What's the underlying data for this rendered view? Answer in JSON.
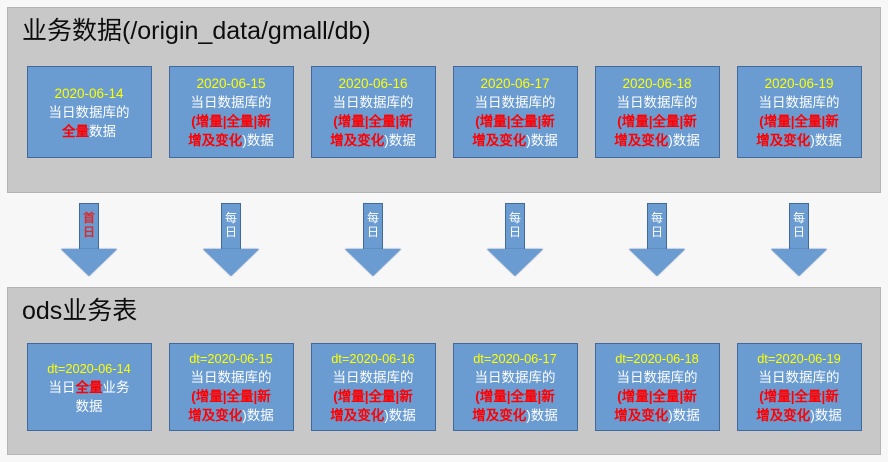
{
  "source_panel": {
    "title": "业务数据(/origin_data/gmall/db)",
    "boxes": [
      {
        "date": "2020-06-14",
        "line1": "当日数据库的",
        "seg_red_a": "全量",
        "seg_white_a": "数据",
        "kind": "full"
      },
      {
        "date": "2020-06-15",
        "line1": "当日数据库的",
        "seg_red_a": "(增量|全量|新",
        "seg_red_b": "增及变化",
        "seg_white_b": ")数据",
        "kind": "mixed"
      },
      {
        "date": "2020-06-16",
        "line1": "当日数据库的",
        "seg_red_a": "(增量|全量|新",
        "seg_red_b": "增及变化",
        "seg_white_b": ")数据",
        "kind": "mixed"
      },
      {
        "date": "2020-06-17",
        "line1": "当日数据库的",
        "seg_red_a": "(增量|全量|新",
        "seg_red_b": "增及变化",
        "seg_white_b": ")数据",
        "kind": "mixed"
      },
      {
        "date": "2020-06-18",
        "line1": "当日数据库的",
        "seg_red_a": "(增量|全量|新",
        "seg_red_b": "增及变化",
        "seg_white_b": ")数据",
        "kind": "mixed"
      },
      {
        "date": "2020-06-19",
        "line1": "当日数据库的",
        "seg_red_a": "(增量|全量|新",
        "seg_red_b": "增及变化",
        "seg_white_b": ")数据",
        "kind": "mixed"
      }
    ]
  },
  "arrows": [
    {
      "label_top": "首",
      "label_bottom": "日",
      "first": true
    },
    {
      "label_top": "每",
      "label_bottom": "日",
      "first": false
    },
    {
      "label_top": "每",
      "label_bottom": "日",
      "first": false
    },
    {
      "label_top": "每",
      "label_bottom": "日",
      "first": false
    },
    {
      "label_top": "每",
      "label_bottom": "日",
      "first": false
    },
    {
      "label_top": "每",
      "label_bottom": "日",
      "first": false
    }
  ],
  "ods_panel": {
    "title": "ods业务表",
    "boxes": [
      {
        "date": "dt=2020-06-14",
        "pre_white": "当日",
        "seg_red_a": "全量",
        "post_white": "业务",
        "line3": "数据",
        "kind": "full"
      },
      {
        "date": "dt=2020-06-15",
        "line1": "当日数据库的",
        "seg_red_a": "(增量|全量|新",
        "seg_red_b": "增及变化",
        "seg_white_b": ")数据",
        "kind": "mixed"
      },
      {
        "date": "dt=2020-06-16",
        "line1": "当日数据库的",
        "seg_red_a": "(增量|全量|新",
        "seg_red_b": "增及变化",
        "seg_white_b": ")数据",
        "kind": "mixed"
      },
      {
        "date": "dt=2020-06-17",
        "line1": "当日数据库的",
        "seg_red_a": "(增量|全量|新",
        "seg_red_b": "增及变化",
        "seg_white_b": ")数据",
        "kind": "mixed"
      },
      {
        "date": "dt=2020-06-18",
        "line1": "当日数据库的",
        "seg_red_a": "(增量|全量|新",
        "seg_red_b": "增及变化",
        "seg_white_b": ")数据",
        "kind": "mixed"
      },
      {
        "date": "dt=2020-06-19",
        "line1": "当日数据库的",
        "seg_red_a": "(增量|全量|新",
        "seg_red_b": "增及变化",
        "seg_white_b": ")数据",
        "kind": "mixed"
      }
    ]
  },
  "colors": {
    "panel_bg": "#c8c8c8",
    "box_fill": "#6a9bd1",
    "box_border": "#41699c",
    "date_text": "#ffff00",
    "highlight_text": "#ff0000",
    "body_text": "#ffffff",
    "canvas_bg": "#f7f7f7"
  }
}
